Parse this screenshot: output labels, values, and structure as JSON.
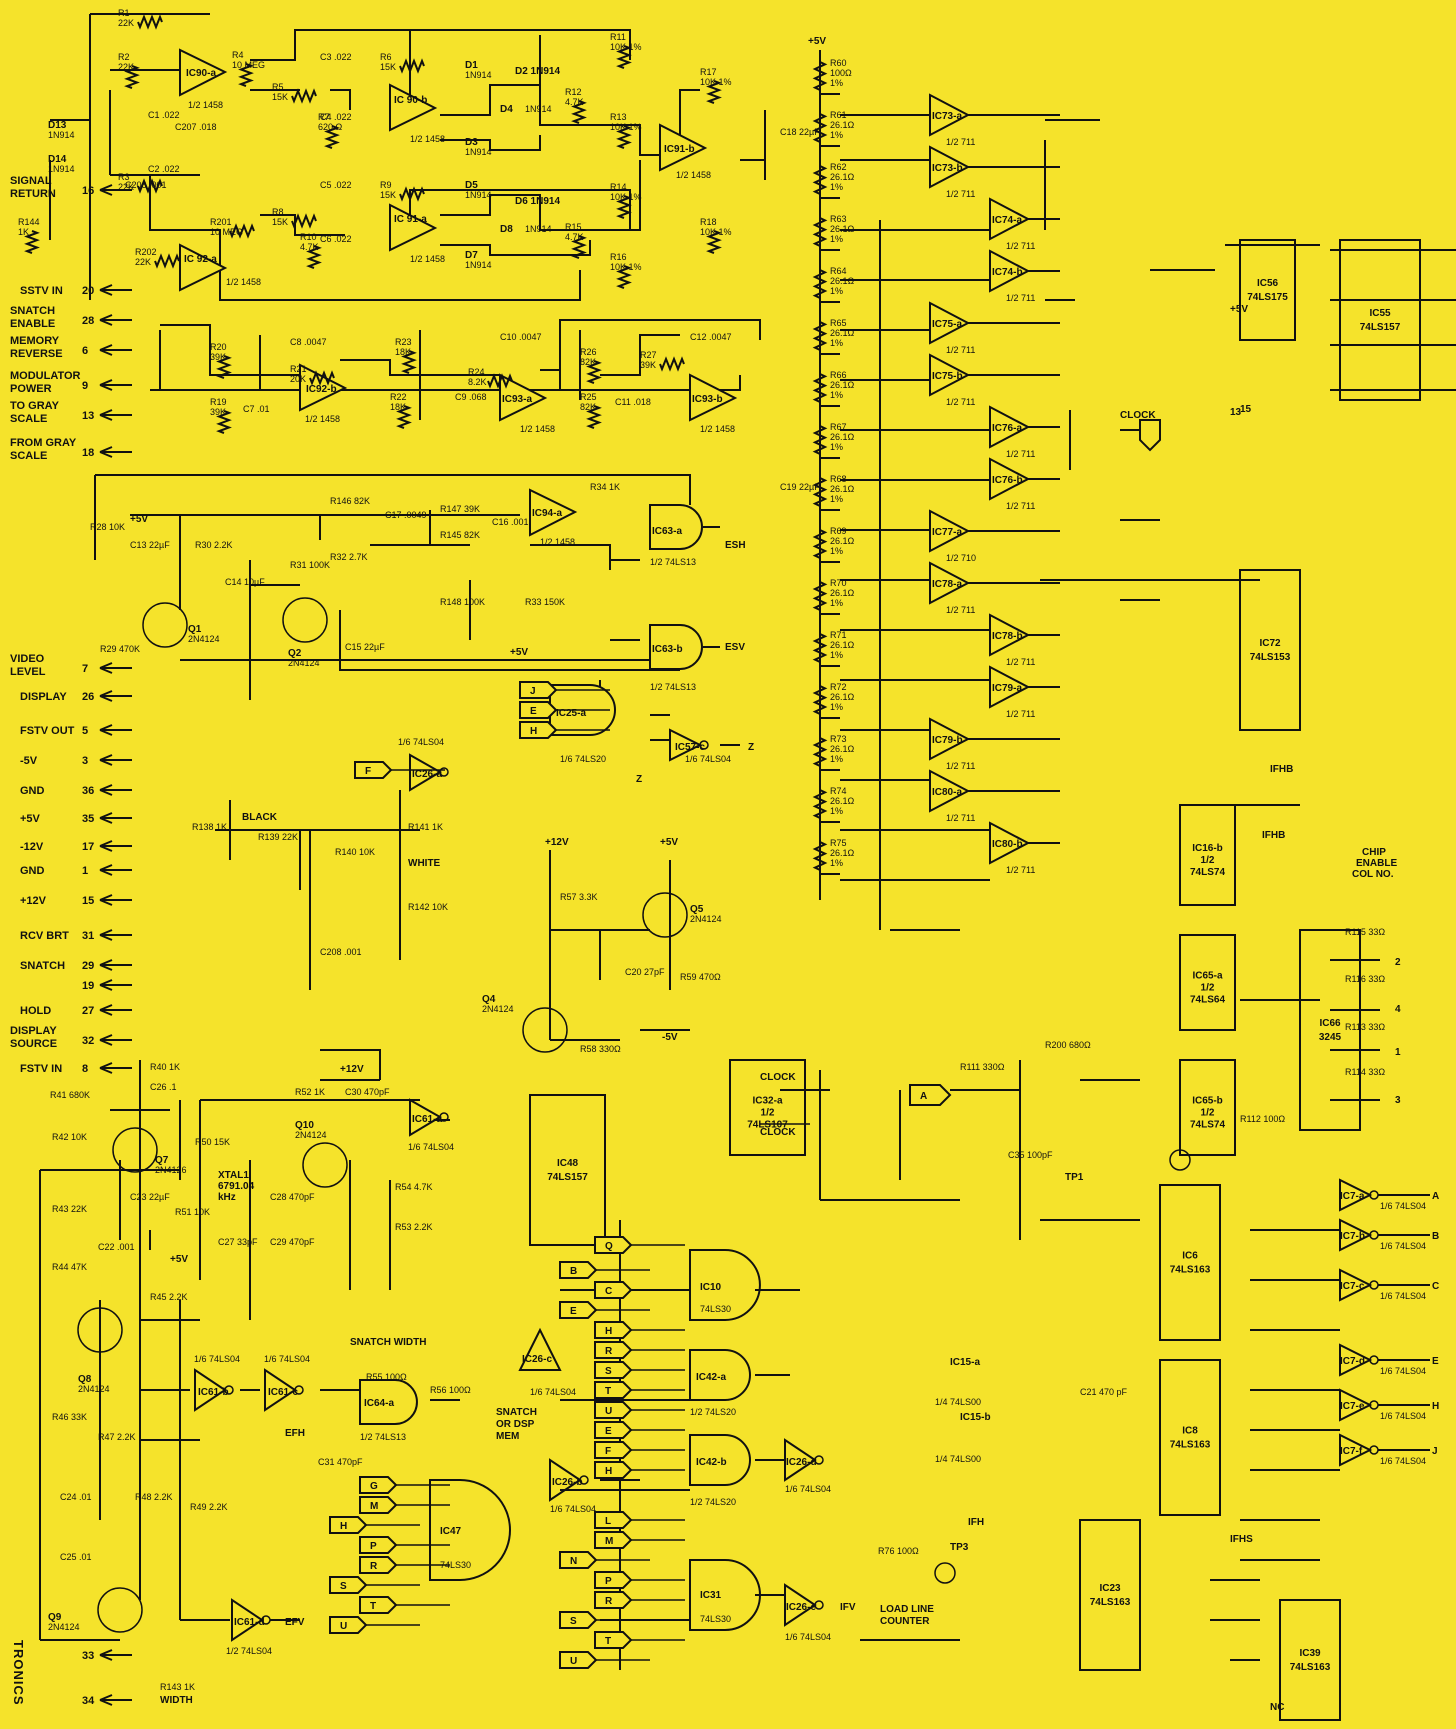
{
  "schematic": {
    "left_connectors": [
      {
        "label": "SIGNAL RETURN",
        "pin": "16"
      },
      {
        "label": "SSTV IN",
        "pin": "20"
      },
      {
        "label": "SNATCH ENABLE",
        "pin": "28"
      },
      {
        "label": "MEMORY REVERSE",
        "pin": "6"
      },
      {
        "label": "MODULATOR POWER",
        "pin": "9"
      },
      {
        "label": "TO GRAY SCALE",
        "pin": "13"
      },
      {
        "label": "FROM GRAY SCALE",
        "pin": "18"
      },
      {
        "label": "VIDEO LEVEL",
        "pin": "7"
      },
      {
        "label": "DISPLAY",
        "pin": "26"
      },
      {
        "label": "FSTV OUT",
        "pin": "5"
      },
      {
        "label": "-5V",
        "pin": "3"
      },
      {
        "label": "GND",
        "pin": "36"
      },
      {
        "label": "+5V",
        "pin": "35"
      },
      {
        "label": "-12V",
        "pin": "17"
      },
      {
        "label": "GND",
        "pin": "1"
      },
      {
        "label": "+12V",
        "pin": "15"
      },
      {
        "label": "RCV BRT",
        "pin": "31"
      },
      {
        "label": "SNATCH",
        "pin": "29"
      },
      {
        "label": "",
        "pin": "19"
      },
      {
        "label": "HOLD",
        "pin": "27"
      },
      {
        "label": "DISPLAY SOURCE",
        "pin": "32"
      },
      {
        "label": "FSTV IN",
        "pin": "8"
      },
      {
        "label": "",
        "pin": "33"
      },
      {
        "label": "",
        "pin": "34"
      }
    ],
    "opamps": [
      {
        "name": "IC90-a",
        "part": "1/2 1458"
      },
      {
        "name": "IC 90-b",
        "part": "1/2 1458"
      },
      {
        "name": "IC 91-a",
        "part": "1/2 1458"
      },
      {
        "name": "IC 92-a",
        "part": "1/2 1458"
      },
      {
        "name": "IC91-b",
        "part": "1/2 1458"
      },
      {
        "name": "IC92-b",
        "part": "1/2 1458"
      },
      {
        "name": "IC93-a",
        "part": "1/2 1458"
      },
      {
        "name": "IC93-b",
        "part": "1/2 1458"
      },
      {
        "name": "IC94-a",
        "part": "1/2 1458"
      }
    ],
    "filter_resistors": [
      {
        "name": "R1",
        "value": "22K"
      },
      {
        "name": "R2",
        "value": "22K"
      },
      {
        "name": "R4",
        "value": "10 MEG"
      },
      {
        "name": "R5",
        "value": "15K"
      },
      {
        "name": "R6",
        "value": "15K"
      },
      {
        "name": "R7",
        "value": "620 Ω"
      },
      {
        "name": "R11",
        "value": "10K 1%"
      },
      {
        "name": "R12",
        "value": "4.7K"
      },
      {
        "name": "R13",
        "value": "10K 1%"
      },
      {
        "name": "R17",
        "value": "10K 1%"
      },
      {
        "name": "R8",
        "value": "15K"
      },
      {
        "name": "R9",
        "value": "15K"
      },
      {
        "name": "R10",
        "value": "4.7K"
      },
      {
        "name": "R14",
        "value": "10K 1%"
      },
      {
        "name": "R15",
        "value": "4.7K"
      },
      {
        "name": "R16",
        "value": "10K 1%"
      },
      {
        "name": "R18",
        "value": "10K 1%"
      },
      {
        "name": "R20",
        "value": "39K"
      },
      {
        "name": "R19",
        "value": "39K"
      },
      {
        "name": "R21",
        "value": "20K"
      },
      {
        "name": "R23",
        "value": "18K"
      },
      {
        "name": "R22",
        "value": "18K"
      },
      {
        "name": "R24",
        "value": "8.2K"
      },
      {
        "name": "R26",
        "value": "82K"
      },
      {
        "name": "R25",
        "value": "82K"
      },
      {
        "name": "R27",
        "value": "39K"
      },
      {
        "name": "R144",
        "value": "1K"
      },
      {
        "name": "R202",
        "value": "22K"
      },
      {
        "name": "R201",
        "value": "10 MEG"
      },
      {
        "name": "R3",
        "value": "22K"
      }
    ],
    "ladder": {
      "supply": "+5V",
      "resistors": [
        {
          "name": "R60",
          "value": "100Ω 1%"
        },
        {
          "name": "R61",
          "value": "26.1Ω 1%"
        },
        {
          "name": "R62",
          "value": "26.1Ω 1%"
        },
        {
          "name": "R63",
          "value": "26.1Ω 1%"
        },
        {
          "name": "R64",
          "value": "26.1Ω 1%"
        },
        {
          "name": "R65",
          "value": "26.1Ω 1%"
        },
        {
          "name": "R66",
          "value": "26.1Ω 1%"
        },
        {
          "name": "R67",
          "value": "26.1Ω 1%"
        },
        {
          "name": "R68",
          "value": "26.1Ω 1%"
        },
        {
          "name": "R69",
          "value": "26.1Ω 1%"
        },
        {
          "name": "R70",
          "value": "26.1Ω 1%"
        },
        {
          "name": "R71",
          "value": "26.1Ω 1%"
        },
        {
          "name": "R72",
          "value": "26.1Ω 1%"
        },
        {
          "name": "R73",
          "value": "26.1Ω 1%"
        },
        {
          "name": "R74",
          "value": "26.1Ω 1%"
        },
        {
          "name": "R75",
          "value": "26.1Ω 1%"
        }
      ]
    },
    "comparators": [
      {
        "name": "IC73-a",
        "part": "1/2 711"
      },
      {
        "name": "IC73-b",
        "part": "1/2 711"
      },
      {
        "name": "IC74-a",
        "part": "1/2 711"
      },
      {
        "name": "IC74-b",
        "part": "1/2 711"
      },
      {
        "name": "IC75-a",
        "part": "1/2 711"
      },
      {
        "name": "IC75-b",
        "part": "1/2 711"
      },
      {
        "name": "IC76-a",
        "part": "1/2 711"
      },
      {
        "name": "IC76-b",
        "part": "1/2 711"
      },
      {
        "name": "IC77-a",
        "part": "1/2 710"
      },
      {
        "name": "IC78-a",
        "part": "1/2 711"
      },
      {
        "name": "IC78-b",
        "part": "1/2 711"
      },
      {
        "name": "IC79-a",
        "part": "1/2 711"
      },
      {
        "name": "IC79-b",
        "part": "1/2 711"
      },
      {
        "name": "IC80-a",
        "part": "1/2 711"
      },
      {
        "name": "IC80-b",
        "part": "1/2 711"
      }
    ],
    "chips": [
      {
        "name": "IC56",
        "part": "74LS175"
      },
      {
        "name": "IC55",
        "part": "74LS157"
      },
      {
        "name": "IC72",
        "part": "74LS153"
      },
      {
        "name": "IC16-b",
        "part": "1/2 74LS74"
      },
      {
        "name": "IC65-a",
        "part": "1/2 74LS64"
      },
      {
        "name": "IC65-b",
        "part": "1/2 74LS74"
      },
      {
        "name": "IC66",
        "part": "3245"
      },
      {
        "name": "IC48",
        "part": "74LS157"
      },
      {
        "name": "IC32-a",
        "part": "1/2 74LS107"
      },
      {
        "name": "IC6",
        "part": "74LS163"
      },
      {
        "name": "IC8",
        "part": "74LS163"
      },
      {
        "name": "IC23",
        "part": "74LS163"
      },
      {
        "name": "IC39",
        "part": "74LS163"
      },
      {
        "name": "IC47",
        "part": "74LS30"
      },
      {
        "name": "IC10",
        "part": "74LS30"
      },
      {
        "name": "IC31",
        "part": "74LS30"
      }
    ],
    "labels": {
      "clock": "CLOCK",
      "clock_bar": "CLOCK",
      "esh": "ESH",
      "esv": "ESV",
      "z": "Z",
      "z_bar": "Z",
      "efh": "EFH",
      "efv": "EFV",
      "ifh": "IFH",
      "ifv": "IFV",
      "ifhb": "IFHB",
      "ifhs": "IFHS",
      "snatch_width": "SNATCH WIDTH",
      "snatch_or_dsp_mem": "SNATCH OR DSP MEM",
      "load_line_counter": "LOAD LINE COUNTER",
      "chip_enable": "CHIP ENABLE COL NO.",
      "black": "BLACK",
      "white": "WHITE",
      "width": "WIDTH",
      "xtal": "XTAL1 6791.04 kHz",
      "tp1": "TP1",
      "tp3": "TP3",
      "nc": "NC"
    },
    "transistors": [
      {
        "name": "Q1",
        "part": "2N4124"
      },
      {
        "name": "Q2",
        "part": "2N4124"
      },
      {
        "name": "Q4",
        "part": "2N4124"
      },
      {
        "name": "Q5",
        "part": "2N4124"
      },
      {
        "name": "Q7",
        "part": "2N4126"
      },
      {
        "name": "Q8",
        "part": "2N4124"
      },
      {
        "name": "Q9",
        "part": "2N4124"
      },
      {
        "name": "Q10",
        "part": "2N4124"
      }
    ],
    "margin_text": "TRONICS",
    "colors": {
      "background": "#f5e32b",
      "ink": "#111111"
    }
  }
}
